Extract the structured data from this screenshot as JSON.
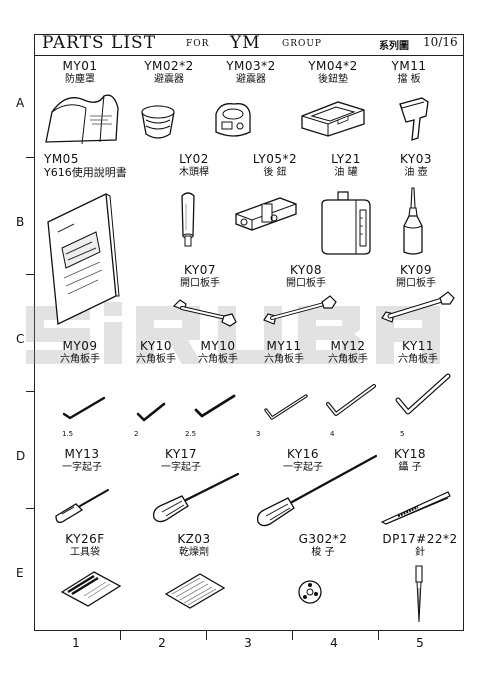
{
  "header": {
    "title": "PARTS LIST",
    "for_label": "FOR",
    "model": "YM",
    "group_label": "GROUP",
    "series_label": "系列圖",
    "page": "10/16"
  },
  "watermark": "SiRUBA",
  "row_labels": [
    "A",
    "B",
    "C",
    "D",
    "E"
  ],
  "column_labels": [
    "1",
    "2",
    "3",
    "4",
    "5"
  ],
  "parts": {
    "my01": {
      "code": "MY01",
      "name": "防塵罩"
    },
    "ym02": {
      "code": "YM02*2",
      "name": "避震器"
    },
    "ym03": {
      "code": "YM03*2",
      "name": "避震器"
    },
    "ym04": {
      "code": "YM04*2",
      "name": "後鈕墊"
    },
    "ym11": {
      "code": "YM11",
      "name": "擋 板"
    },
    "ym05": {
      "code": "YM05",
      "name": "Y616使用說明書"
    },
    "ly02": {
      "code": "LY02",
      "name": "木頭桿"
    },
    "ly05": {
      "code": "LY05*2",
      "name": "後 鈕"
    },
    "ly21": {
      "code": "LY21",
      "name": "油 罐"
    },
    "ky03": {
      "code": "KY03",
      "name": "油 壺"
    },
    "ky07": {
      "code": "KY07",
      "name": "開口板手"
    },
    "ky08": {
      "code": "KY08",
      "name": "開口板手"
    },
    "ky09": {
      "code": "KY09",
      "name": "開口板手"
    },
    "my09": {
      "code": "MY09",
      "name": "六角板手"
    },
    "ky10a": {
      "code": "KY10",
      "name": "六角板手"
    },
    "my10": {
      "code": "MY10",
      "name": "六角板手"
    },
    "my11": {
      "code": "MY11",
      "name": "六角板手"
    },
    "my12": {
      "code": "MY12",
      "name": "六角板手"
    },
    "ky11": {
      "code": "KY11",
      "name": "六角板手"
    },
    "my13": {
      "code": "MY13",
      "name": "一字起子"
    },
    "ky17": {
      "code": "KY17",
      "name": "一字起子"
    },
    "ky16": {
      "code": "KY16",
      "name": "一字起子"
    },
    "ky18": {
      "code": "KY18",
      "name": "鑷 子"
    },
    "ky26f": {
      "code": "KY26F",
      "name": "工具袋"
    },
    "kz03": {
      "code": "KZ03",
      "name": "乾燥劑"
    },
    "g302": {
      "code": "G302*2",
      "name": "梭 子"
    },
    "dp17": {
      "code": "DP17#22*2",
      "name": "針"
    }
  },
  "wrench_sizes": [
    "1.5",
    "2",
    "2.5",
    "3",
    "4",
    "5"
  ]
}
